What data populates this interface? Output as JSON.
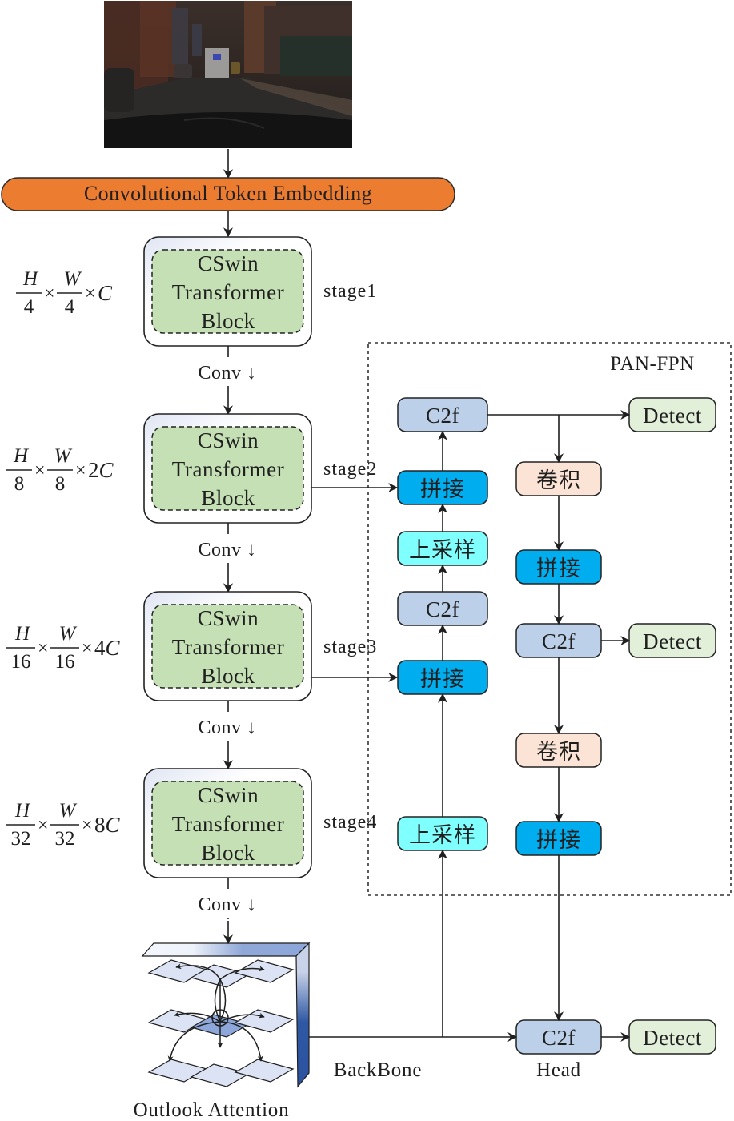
{
  "input_image": {
    "description": "Dashcam street scene (darkened): city street, white truck ahead, parked cars, buildings"
  },
  "embedding": {
    "label": "Convolutional Token Embedding",
    "color": "#ec7c30"
  },
  "backbone": {
    "stages": [
      {
        "line1": "CSwin",
        "line2": "Transformer",
        "line3": "Block",
        "stage_label": "stage1",
        "dim": {
          "h_num": "H",
          "h_den": "4",
          "w_num": "W",
          "w_den": "4",
          "channels": "C"
        }
      },
      {
        "line1": "CSwin",
        "line2": "Transformer",
        "line3": "Block",
        "stage_label": "stage2",
        "dim": {
          "h_num": "H",
          "h_den": "8",
          "w_num": "W",
          "w_den": "8",
          "channels": "2C"
        }
      },
      {
        "line1": "CSwin",
        "line2": "Transformer",
        "line3": "Block",
        "stage_label": "stage3",
        "dim": {
          "h_num": "H",
          "h_den": "16",
          "w_num": "W",
          "w_den": "16",
          "channels": "4C"
        }
      },
      {
        "line1": "CSwin",
        "line2": "Transformer",
        "line3": "Block",
        "stage_label": "stage4",
        "dim": {
          "h_num": "H",
          "h_den": "32",
          "w_num": "W",
          "w_den": "32",
          "channels": "8C"
        }
      }
    ],
    "conv_label": "Conv ↓",
    "times_symbol": "×",
    "outlook_label": "Outlook Attention",
    "section_label": "BackBone"
  },
  "neck": {
    "title": "PAN-FPN",
    "left_column": [
      "C2f",
      "拼接",
      "上采样",
      "C2f",
      "拼接",
      "上采样"
    ],
    "right_column": [
      "卷积",
      "拼接",
      "C2f",
      "卷积",
      "拼接"
    ],
    "detect_label": "Detect"
  },
  "head": {
    "c2f_label": "C2f",
    "detect_label": "Detect",
    "section_label": "Head"
  },
  "colors": {
    "c2f": "#bdd0e9",
    "concat": "#00aeef",
    "upsample": "#80ffff",
    "conv": "#fbe4d5",
    "detect": "#e2efd9",
    "cswin_inner": "#c5e0b4",
    "outlook_dark": "#2e56a0"
  }
}
